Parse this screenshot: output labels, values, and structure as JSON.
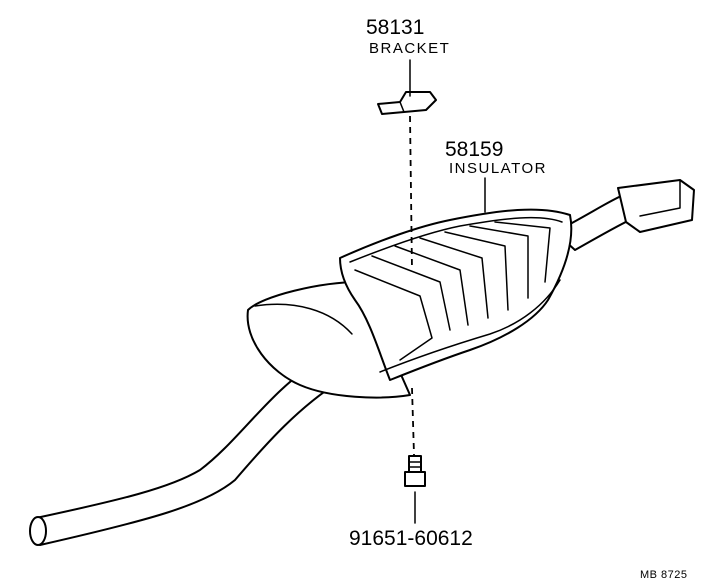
{
  "parts": [
    {
      "number": "58131",
      "name": "BRACKET"
    },
    {
      "number": "58159",
      "name": "INSULATOR"
    },
    {
      "number": "91651-60612",
      "name": ""
    }
  ],
  "drawing_ref": "MB 8725"
}
